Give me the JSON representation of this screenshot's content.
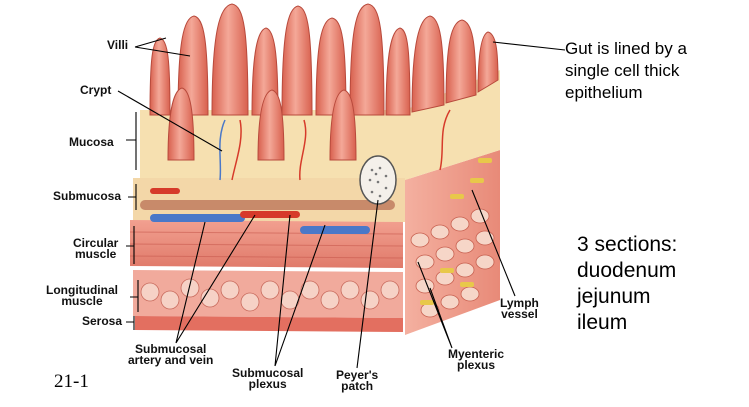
{
  "labels": {
    "villi": "Villi",
    "crypt": "Crypt",
    "mucosa": "Mucosa",
    "submucosa": "Submucosa",
    "circular_muscle": [
      "Circular",
      "muscle"
    ],
    "longitudinal_muscle": [
      "Longitudinal",
      "muscle"
    ],
    "serosa": "Serosa",
    "submucosal_artery_vein": [
      "Submucosal",
      "artery and vein"
    ],
    "submucosal_plexus": [
      "Submucosal",
      "plexus"
    ],
    "peyers_patch": [
      "Peyer's",
      "patch"
    ],
    "myenteric_plexus": [
      "Myenteric",
      "plexus"
    ],
    "lymph_vessel": [
      "Lymph",
      "vessel"
    ]
  },
  "annotations": {
    "epithelium_note": [
      "Gut is lined by a",
      "single cell thick",
      "epithelium"
    ],
    "sections_title": "3 sections:",
    "sections": [
      "duodenum",
      "jejunum",
      "ileum"
    ]
  },
  "slide_number": "21-1",
  "colors": {
    "villus": "#e88a7a",
    "mucosa": "#f6e0b0",
    "muscle": "#e9847a",
    "artery": "#d63a2a",
    "vein": "#4a78c8",
    "nerve": "#e8c84a"
  }
}
